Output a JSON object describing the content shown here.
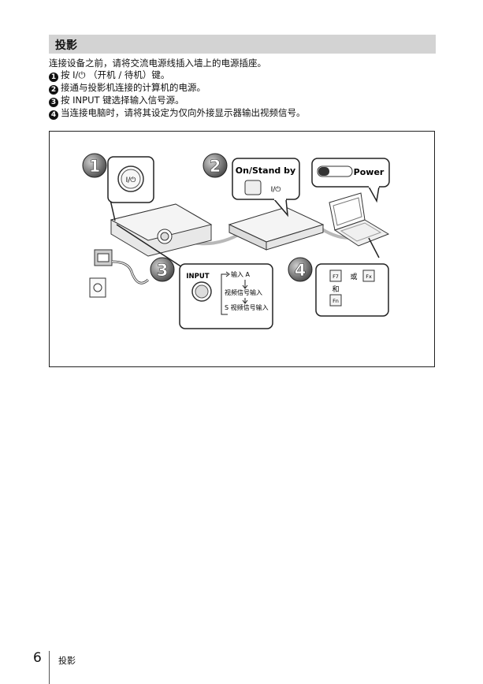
{
  "section_title": "投影",
  "intro": {
    "line0": "连接设备之前，请将交流电源线插入墙上的电源插座。",
    "steps": [
      {
        "num": "1",
        "text": "按 I/⏻ （开机 / 待机）键。"
      },
      {
        "num": "2",
        "text": "接通与投影机连接的计算机的电源。"
      },
      {
        "num": "3",
        "text": "按 INPUT 键选择输入信号源。"
      },
      {
        "num": "4",
        "text": "当连接电脑时，请将其设定为仅向外接显示器输出视频信号。"
      }
    ]
  },
  "figure": {
    "badges": [
      "1",
      "2",
      "3",
      "4"
    ],
    "power_key": "I/⏻",
    "on_standby_label": "On/Stand by",
    "on_standby_key": "I/⏻",
    "power_label": "Power",
    "input_label": "INPUT",
    "input_sequence": [
      "输入 A",
      "视频信号输入",
      "S 视频信号输入"
    ],
    "fn_keys": {
      "f7": "F7",
      "or": "或",
      "fx": "Fx",
      "and": "和",
      "fn": "Fn"
    }
  },
  "footer": {
    "page": "6",
    "label": "投影"
  }
}
